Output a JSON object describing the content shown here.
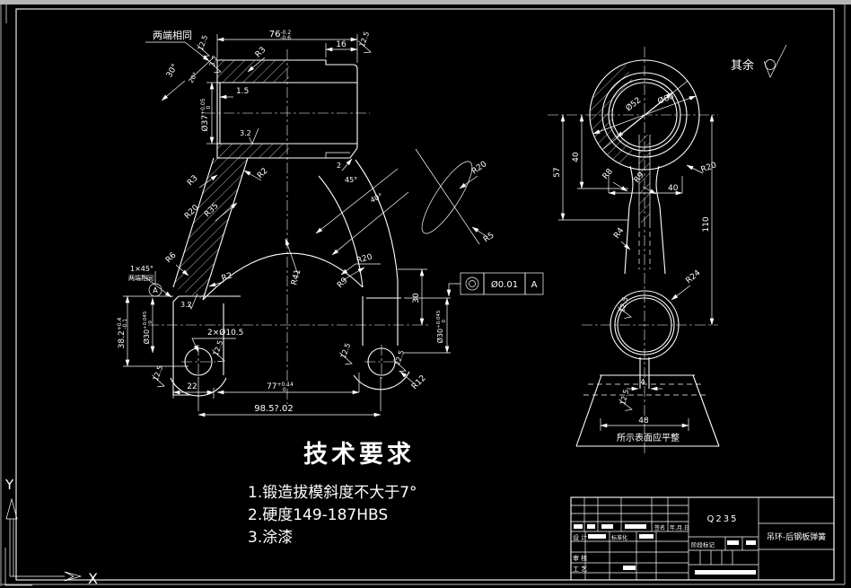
{
  "colors": {
    "background": "#000000",
    "line": "#ffffff",
    "top_strip": "#b6b6b6"
  },
  "notes": {
    "both_ends_same": "两端相同",
    "chamfer_both_ends": "1×45°",
    "chamfer_both_ends_note": "两端相同",
    "rest_surfaces": "其余",
    "flat_surface": "所示表面应平整"
  },
  "roughness": {
    "v12_5": "12.5",
    "v3_2": "3.2"
  },
  "dims": {
    "d76": {
      "v": "76",
      "sup": "-0.2",
      "sub": "-0.6"
    },
    "d16": "16",
    "d1_5": "1.5",
    "d37": {
      "v": "Ø37",
      "sup": "+0.05",
      "sub": "0"
    },
    "d2": "2",
    "a45": "45°",
    "a40": "40°",
    "a30": "30°",
    "a20": "20°",
    "d38_2": {
      "v": "38.2",
      "sup": "+0.4",
      "sub": "-0.1"
    },
    "d30_left": {
      "v": "Ø30",
      "sup": "+0.045",
      "sub": "0"
    },
    "d30_right": {
      "v": "Ø30",
      "sup": "+0.045",
      "sub": "0"
    },
    "d2x10_5": "2×Ø10.5",
    "d22": "22",
    "d77": {
      "v": "77",
      "sup": "+0.14",
      "sub": "0"
    },
    "d98_5": "98.5?.02",
    "d30": "30",
    "datum": "A"
  },
  "radii": {
    "r2": "R2",
    "r3": "R3",
    "r4": "R4",
    "r5": "R5",
    "r6": "R6",
    "r8": "R8",
    "r9": "R9",
    "r12": "R12",
    "r20": "R20",
    "r24": "R24",
    "r35": "R35",
    "r41": "R41"
  },
  "side_dims": {
    "d52": "Ø52",
    "d60": "Ø60",
    "d57": "57",
    "d40_vert": "40",
    "d40_horiz": "40",
    "d110": "110",
    "d4": "4",
    "d48": "48"
  },
  "tolerance_frame": {
    "symbol": "◎",
    "value": "Ø0.01",
    "datum": "A"
  },
  "tech_requirements": {
    "title": "技术要求",
    "items": [
      "1.锻造拔模斜度不大于7°",
      "2.硬度149-187HBS",
      "3.涂漆"
    ]
  },
  "title_block": {
    "material": "Q235",
    "part_name": "吊环-后钢板弹簧",
    "design": "设 计",
    "check": "审 核",
    "process": "工 艺",
    "standardize": "标准化",
    "sign": "签名",
    "date": "年.月.日",
    "stage": "阶段标记"
  },
  "ucs": {
    "x": "X",
    "y": "Y"
  }
}
